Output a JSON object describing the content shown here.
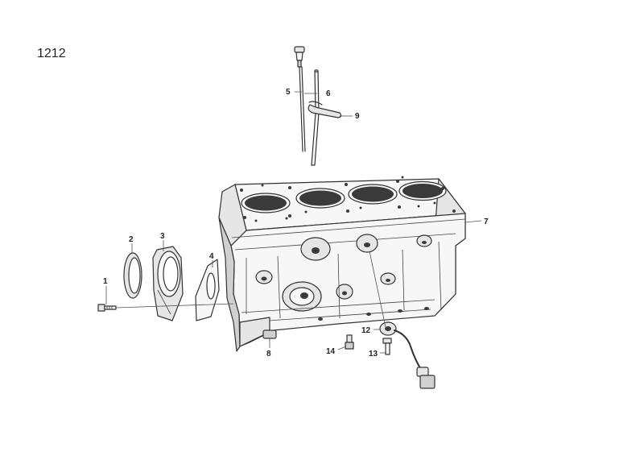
{
  "diagram": {
    "id": "1212",
    "callouts": [
      {
        "num": "1",
        "part": "bolt"
      },
      {
        "num": "2",
        "part": "seal-ring"
      },
      {
        "num": "3",
        "part": "seal-housing"
      },
      {
        "num": "4",
        "part": "gasket"
      },
      {
        "num": "5",
        "part": "dipstick"
      },
      {
        "num": "6",
        "part": "dipstick-tube"
      },
      {
        "num": "7",
        "part": "cylinder-block"
      },
      {
        "num": "8",
        "part": "dowel-pin"
      },
      {
        "num": "9",
        "part": "clip"
      },
      {
        "num": "12",
        "part": "knock-sensor"
      },
      {
        "num": "13",
        "part": "sensor-bolt"
      },
      {
        "num": "14",
        "part": "oil-jet"
      }
    ]
  }
}
